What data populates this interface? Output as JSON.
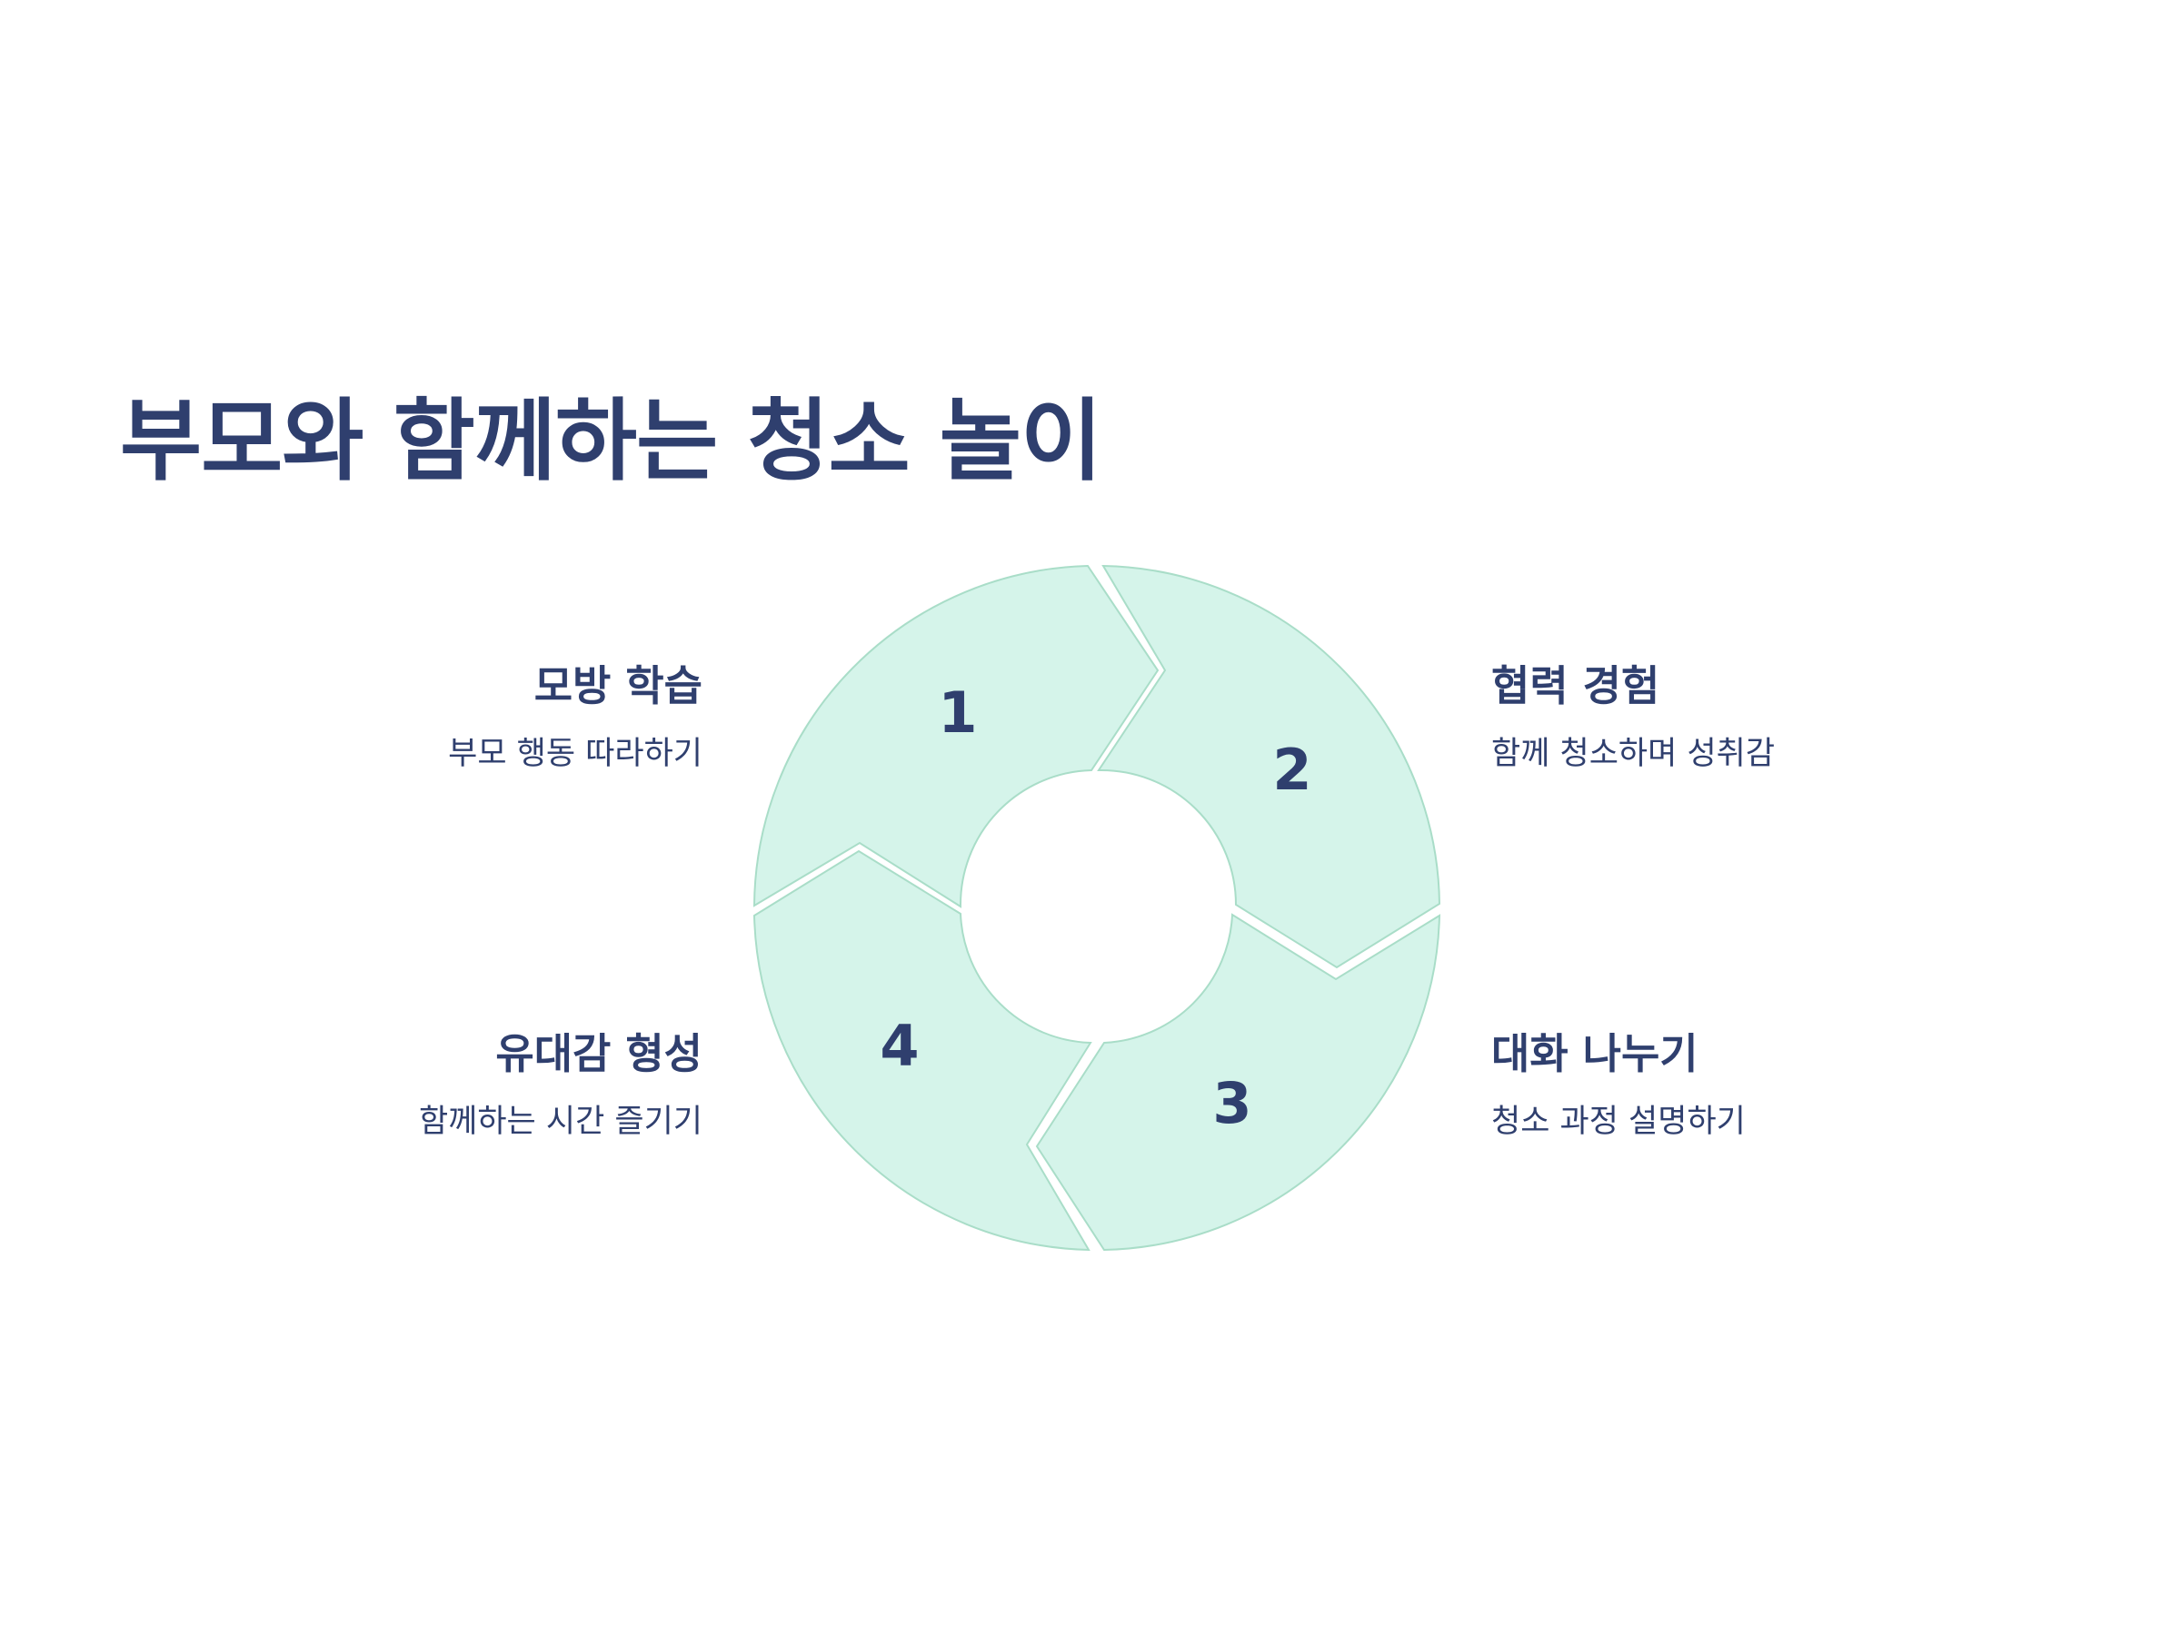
{
  "title": "부모와 함께하는 청소 놀이",
  "accent_fill": "#d5f4ea",
  "text_color": "#2f3f6e",
  "steps": [
    {
      "number": "1",
      "heading": "모방 학습",
      "description": "부모 행동 따라하기"
    },
    {
      "number": "2",
      "heading": "협력 경험",
      "description": "함께 청소하며 성취감"
    },
    {
      "number": "3",
      "heading": "대화 나누기",
      "description": "청소 과정 설명하기"
    },
    {
      "number": "4",
      "heading": "유대감 형성",
      "description": "함께하는 시간 즐기기"
    }
  ]
}
